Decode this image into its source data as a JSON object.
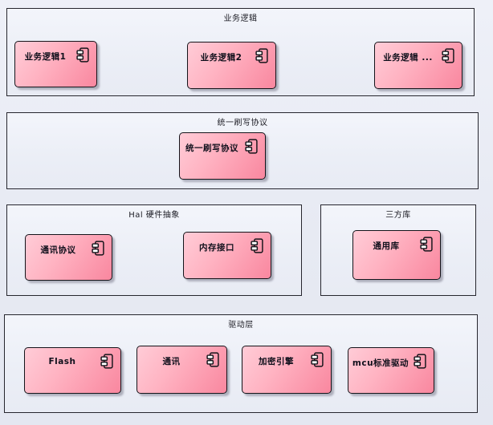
{
  "diagram": {
    "frames": [
      {
        "title": "业务逻辑",
        "components": [
          {
            "label": "业务逻辑1"
          },
          {
            "label": "业务逻辑2"
          },
          {
            "label": "业务逻辑 ..."
          }
        ]
      },
      {
        "title": "统一刷写协议",
        "components": [
          {
            "label": "统一刷写协议"
          }
        ]
      },
      {
        "title": "Hal 硬件抽象",
        "components": [
          {
            "label": "通讯协议"
          },
          {
            "label": "内存接口"
          }
        ]
      },
      {
        "title": "三方库",
        "components": [
          {
            "label": "通用库"
          }
        ]
      },
      {
        "title": "驱动层",
        "components": [
          {
            "label": "Flash"
          },
          {
            "label": "通讯"
          },
          {
            "label": "加密引擎"
          },
          {
            "label": "mcu标准驱动"
          }
        ]
      }
    ],
    "icons": {
      "component": "uml-component-icon"
    },
    "colors": {
      "component_gradient_light": "#ffccd7",
      "component_gradient_dark": "#f9879f",
      "component_border": "#14141a",
      "frame_border": "#26262e",
      "frame_fill": "#eef0f8",
      "canvas_background": "#e7eaf3",
      "shadow": "#7d7d8e"
    }
  }
}
